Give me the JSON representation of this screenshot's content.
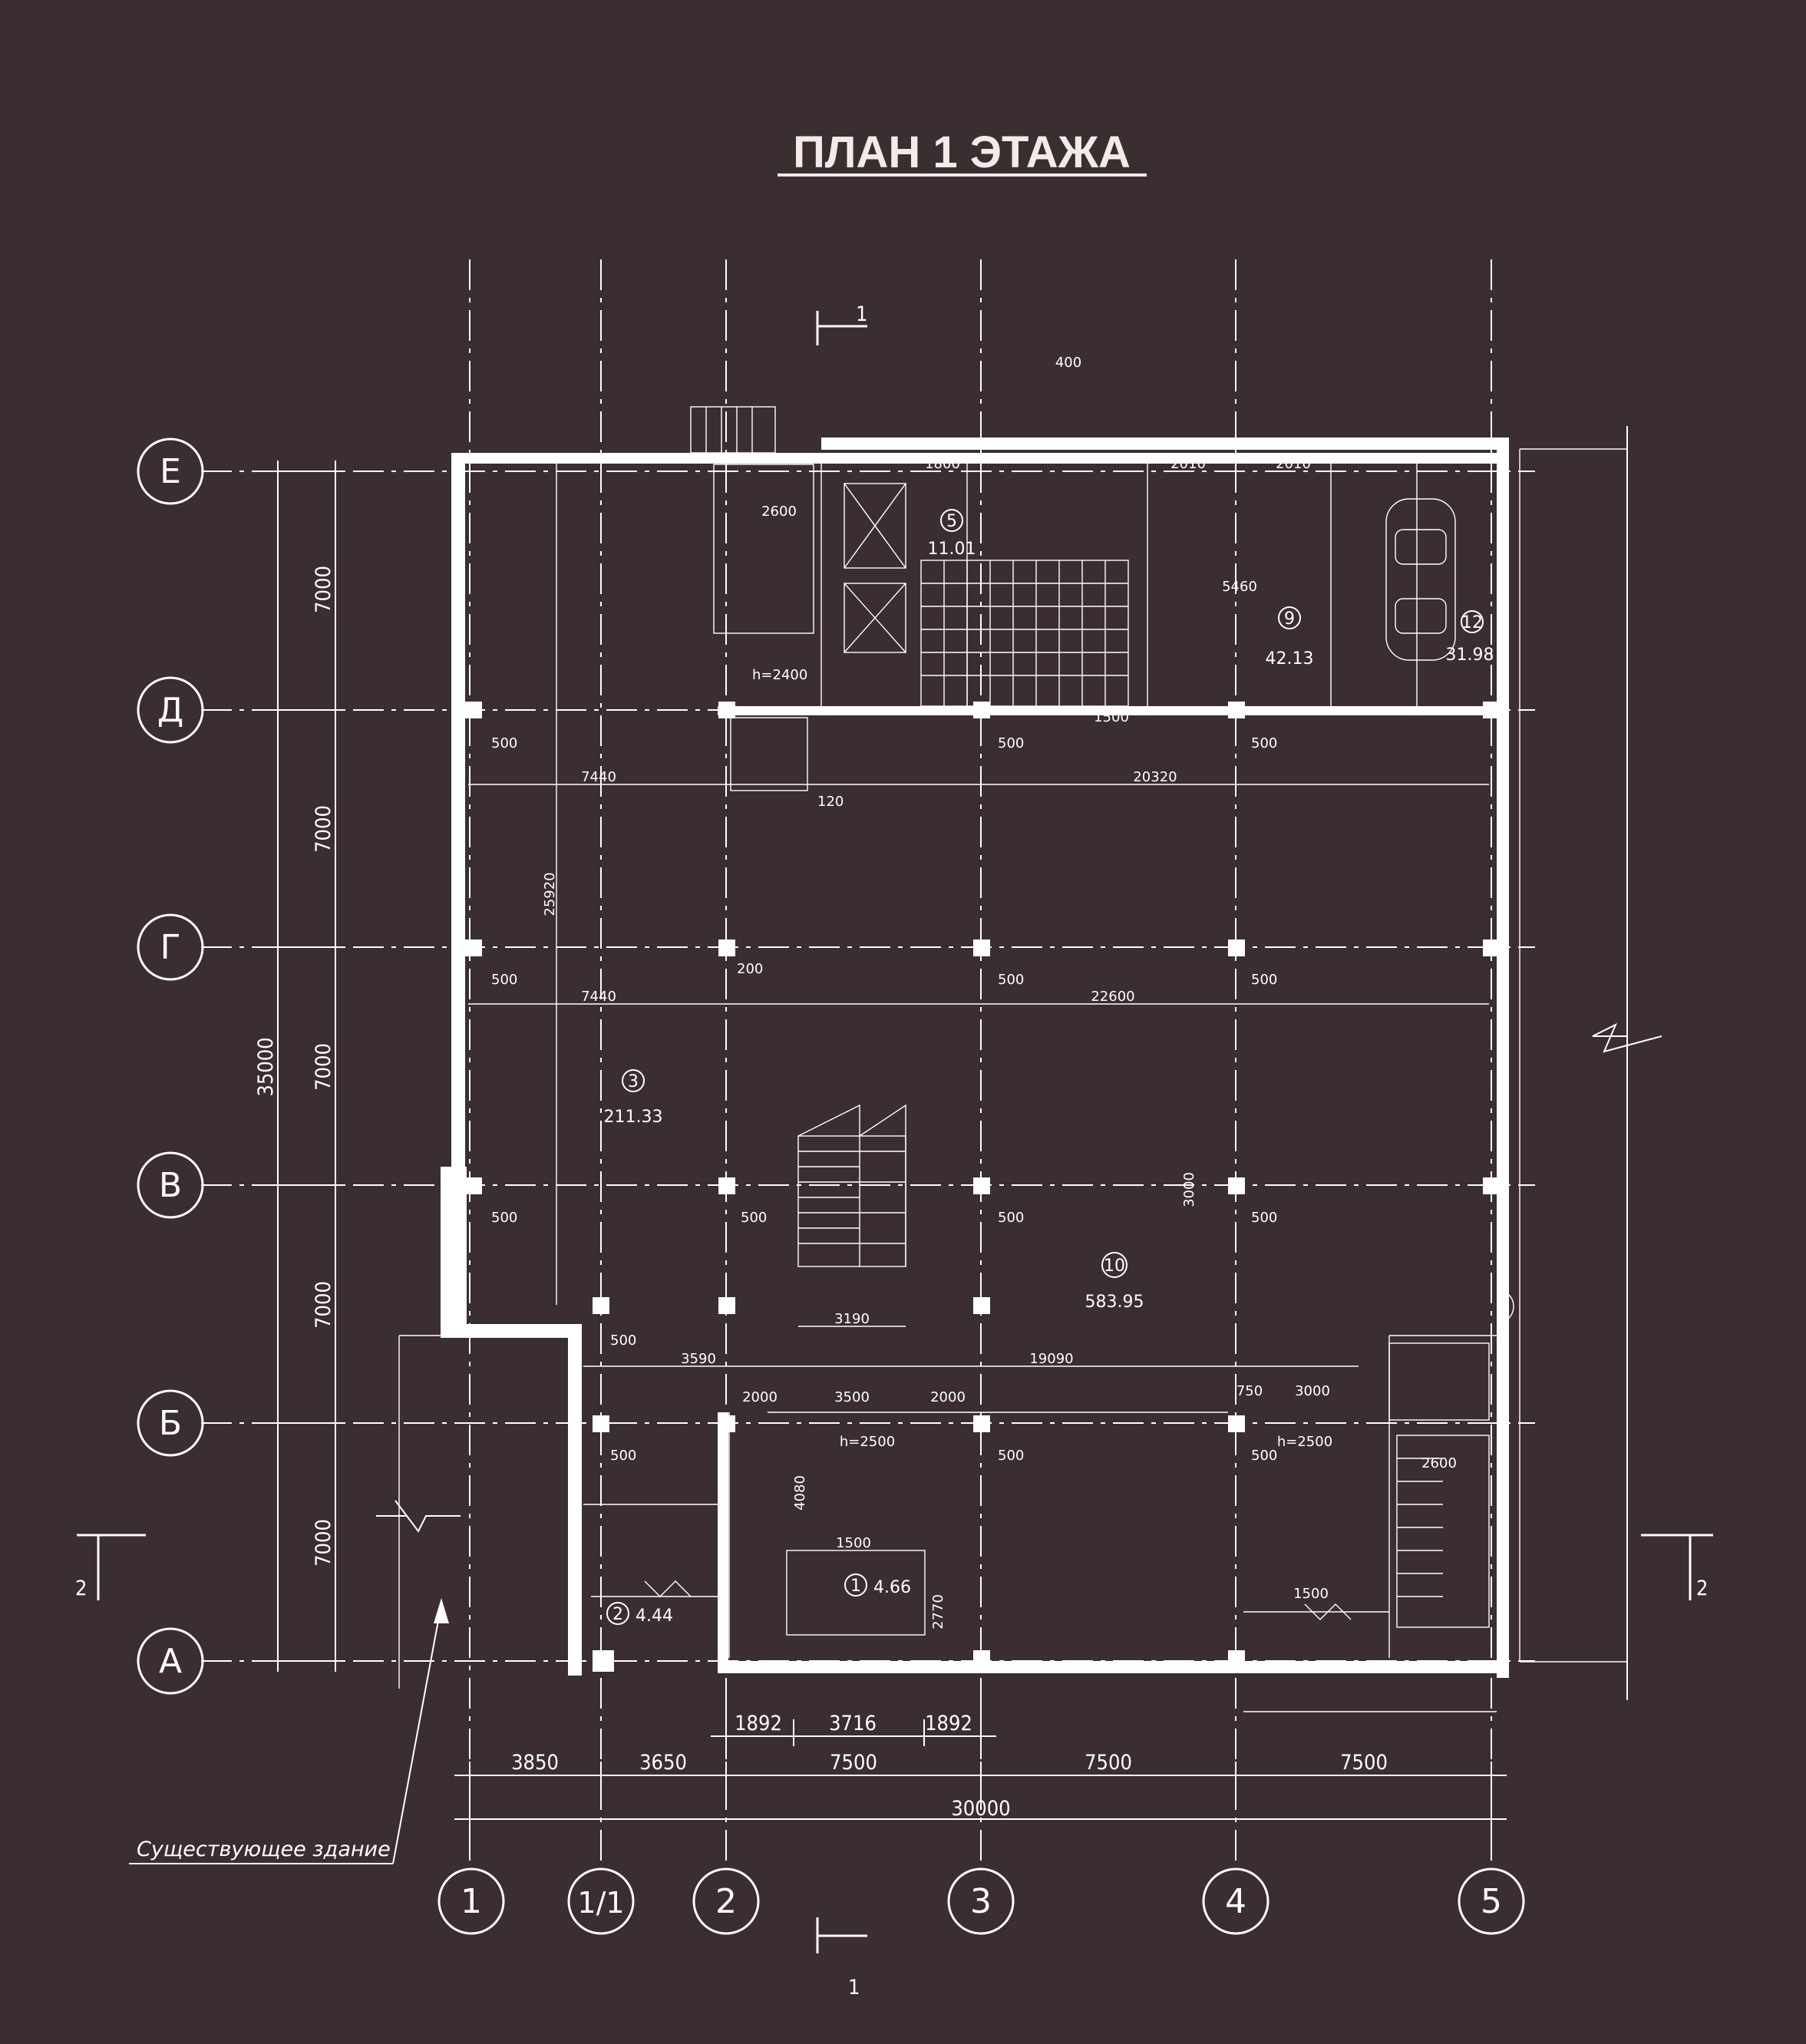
{
  "title": "ПЛАН 1 ЭТАЖА",
  "colors": {
    "background": "#3a2e30",
    "lines": "#ffffff"
  },
  "axes_rows": [
    "Е",
    "Д",
    "Г",
    "В",
    "Б",
    "А"
  ],
  "axes_cols": [
    "1",
    "1/1",
    "2",
    "3",
    "4",
    "5"
  ],
  "left_dims": [
    "7000",
    "7000",
    "7000",
    "7000",
    "7000"
  ],
  "total_left": "35000",
  "bottom_dims_row1": [
    "1892",
    "3716",
    "1892"
  ],
  "bottom_dims_row2": [
    "3850",
    "3650",
    "7500",
    "7500",
    "7500"
  ],
  "total_bottom": "30000",
  "existing_building": "Существующее здание",
  "section_1": "1",
  "section_2": "2",
  "rooms": [
    {
      "num": "1",
      "area": "4.66"
    },
    {
      "num": "2",
      "area": "4.44"
    },
    {
      "num": "3",
      "area": "211.33"
    },
    {
      "num": "5",
      "area": "11.01"
    },
    {
      "num": "9",
      "area": "42.13"
    },
    {
      "num": "10",
      "area": "583.95"
    },
    {
      "num": "12",
      "area": "31.98"
    }
  ],
  "labels": {
    "d7440": "7440",
    "d20320": "20320",
    "d22600": "22600",
    "d19090": "19090",
    "d3590": "3590",
    "d3500": "3500",
    "d2000a": "2000",
    "d2000b": "2000",
    "d3000": "3000",
    "d3190": "3190",
    "d500": "500",
    "d200": "200",
    "d120": "120",
    "h2500a": "h=2500",
    "h2500b": "h=2500",
    "h2400": "h=2400",
    "d2010a": "2010",
    "d2010b": "2010",
    "d1800": "1800",
    "d5460": "5460",
    "d2600a": "2600",
    "d2600b": "2600",
    "d1500a": "1500",
    "d1500b": "1500",
    "d1500c": "1500",
    "d400": "400",
    "d4080": "4080",
    "d2770": "2770",
    "d750": "750",
    "d25920": "25920",
    "d3000m": "3000"
  }
}
